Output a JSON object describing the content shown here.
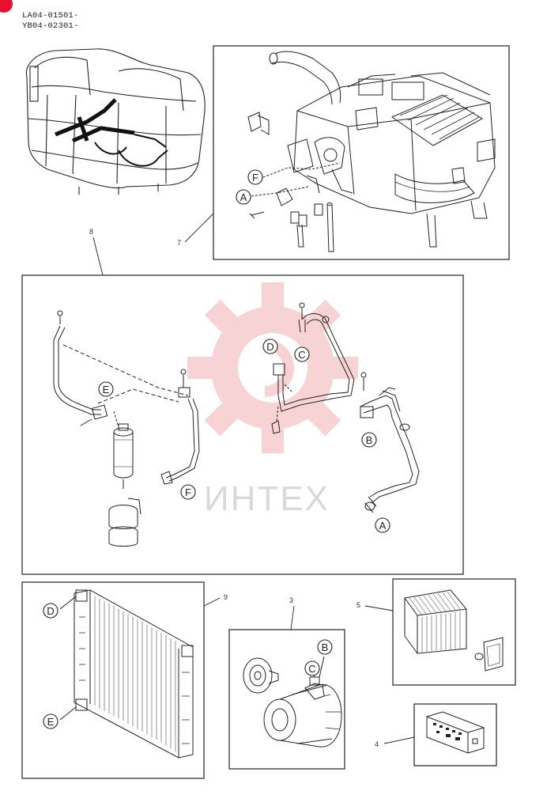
{
  "header": {
    "codes": [
      "LA04-01501-",
      "YB04-02301-"
    ],
    "brand_color": "#e8112d"
  },
  "watermark": {
    "text": "ИНТЕХ",
    "gear_color": "#f3b0b5"
  },
  "callouts": {
    "A": "A",
    "B": "B",
    "C": "C",
    "D": "D",
    "E": "E",
    "F": "F"
  },
  "part_numbers": {
    "p3": "3",
    "p4": "4",
    "p5": "5",
    "p7": "7",
    "p8": "8",
    "p9": "9"
  }
}
